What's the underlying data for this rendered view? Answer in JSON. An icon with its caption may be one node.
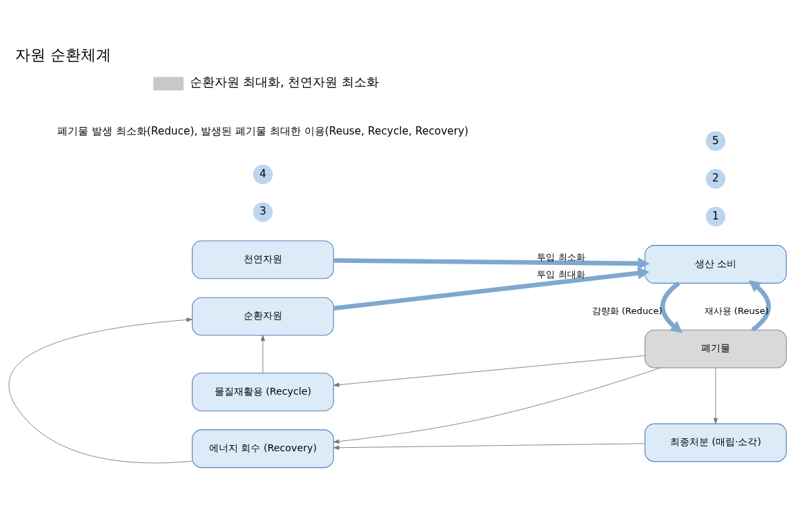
{
  "diagram": {
    "title": "자원 순환체계",
    "nodes": [
      {
        "text": [
          "천연자원"
        ]
      },
      {
        "text": [
          "순환자원"
        ]
      },
      {
        "text": [
          "생산 소비"
        ]
      },
      {
        "text": [
          "폐기물"
        ]
      },
      {
        "text": [
          "물질재활용 (Recycle)"
        ]
      },
      {
        "text": [
          "에너지 회수 (Recovery)"
        ]
      },
      {
        "text": [
          "최종처분 (매립·소각)"
        ]
      },
      {
        "text": [
          "1"
        ]
      },
      {
        "text": [
          "2"
        ]
      },
      {
        "text": [
          "3"
        ]
      },
      {
        "text": [
          "4"
        ]
      },
      {
        "text": [
          "5"
        ]
      }
    ],
    "edges": [
      {
        "from": 0,
        "to": 2,
        "arrow": "to",
        "label": "투입 최소화",
        "style": "thick",
        "color": "#7fa7d0"
      },
      {
        "from": 1,
        "to": 2,
        "arrow": "to",
        "label": "투입 최대화",
        "style": "thick",
        "color": "#7fa7d0"
      },
      {
        "from": 3,
        "to": 2,
        "arrow": "to",
        "label": "재사용 (Reuse)",
        "style": "thick",
        "color": "#7fa7d0"
      },
      {
        "from": 2,
        "to": 3,
        "arrow": "to",
        "label": "감량화 (Reduce)",
        "style": "thick",
        "color": "#7fa7d0"
      },
      {
        "from": 3,
        "to": 4,
        "arrow": "to"
      },
      {
        "from": 3,
        "to": 5,
        "arrow": "to"
      },
      {
        "from": 3,
        "to": 6,
        "arrow": "to"
      },
      {
        "from": 6,
        "to": 5,
        "arrow": "to"
      },
      {
        "from": 4,
        "to": 1,
        "arrow": "to"
      },
      {
        "from": 5,
        "to": 1,
        "arrow": "to"
      }
    ],
    "labels": [
      "폐기물 발생 최소화(Reduce), 발생된 폐기물 최대한 이용(Reuse, Recycle, Recovery)"
    ],
    "legend": [
      {
        "text": "순환자원 최대화, 천연자원 최소화"
      }
    ]
  }
}
